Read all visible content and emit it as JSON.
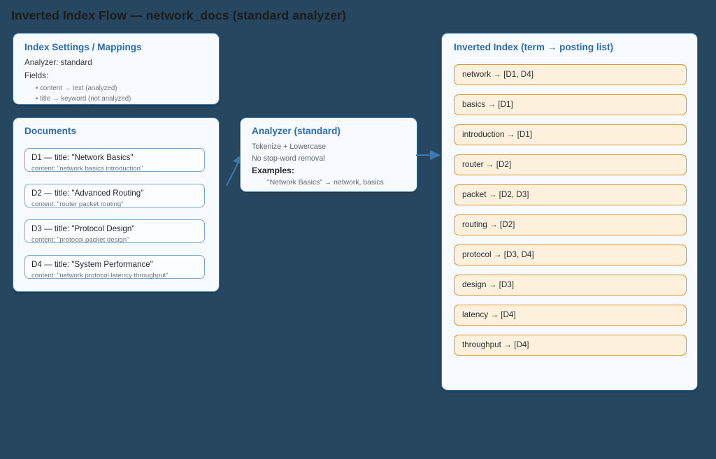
{
  "page": {
    "title": "Inverted Index Flow — network_docs (standard analyzer)",
    "background_color": "#26475f",
    "accent_color": "#2b6cb0",
    "term_border_color": "#dd9326",
    "term_fill_color": "#fdf0dc"
  },
  "settings_panel": {
    "title": "Index Settings / Mappings",
    "analyzer_line": "Analyzer: standard",
    "fields_label": "Fields:",
    "fields": [
      "• content  →  text (analyzed)",
      "• title  →  keyword (not analyzed)"
    ]
  },
  "documents_panel": {
    "title": "Documents",
    "documents": [
      {
        "title": "D1 — title: \"Network Basics\"",
        "content": "content: \"network basics introduction\""
      },
      {
        "title": "D2 — title: \"Advanced Routing\"",
        "content": "content: \"router packet routing\""
      },
      {
        "title": "D3 — title: \"Protocol Design\"",
        "content": "content: \"protocol packet design\""
      },
      {
        "title": "D4 — title: \"System Performance\"",
        "content": "content: \"network protocol latency throughput\""
      }
    ]
  },
  "analyzer_panel": {
    "title": "Analyzer (standard)",
    "line1": "Tokenize + Lowercase",
    "line2": "No stop-word removal",
    "examples_label": "Examples:",
    "example1": "\"Network Basics\"  →  network, basics"
  },
  "index_panel": {
    "title": "Inverted Index (term → posting list)",
    "entries": [
      {
        "label": "network → [D1, D4]",
        "term": "network",
        "postings": [
          "D1",
          "D4"
        ]
      },
      {
        "label": "basics → [D1]",
        "term": "basics",
        "postings": [
          "D1"
        ]
      },
      {
        "label": "introduction → [D1]",
        "term": "introduction",
        "postings": [
          "D1"
        ]
      },
      {
        "label": "router → [D2]",
        "term": "router",
        "postings": [
          "D2"
        ]
      },
      {
        "label": "packet → [D2, D3]",
        "term": "packet",
        "postings": [
          "D2",
          "D3"
        ]
      },
      {
        "label": "routing → [D2]",
        "term": "routing",
        "postings": [
          "D2"
        ]
      },
      {
        "label": "protocol → [D3, D4]",
        "term": "protocol",
        "postings": [
          "D3",
          "D4"
        ]
      },
      {
        "label": "design → [D3]",
        "term": "design",
        "postings": [
          "D3"
        ]
      },
      {
        "label": "latency → [D4]",
        "term": "latency",
        "postings": [
          "D4"
        ]
      },
      {
        "label": "throughput → [D4]",
        "term": "throughput",
        "postings": [
          "D4"
        ]
      }
    ]
  },
  "arrows": [
    {
      "name": "documents-to-analyzer",
      "color": "#3c79ad"
    },
    {
      "name": "analyzer-to-index",
      "color": "#3c79ad"
    }
  ]
}
